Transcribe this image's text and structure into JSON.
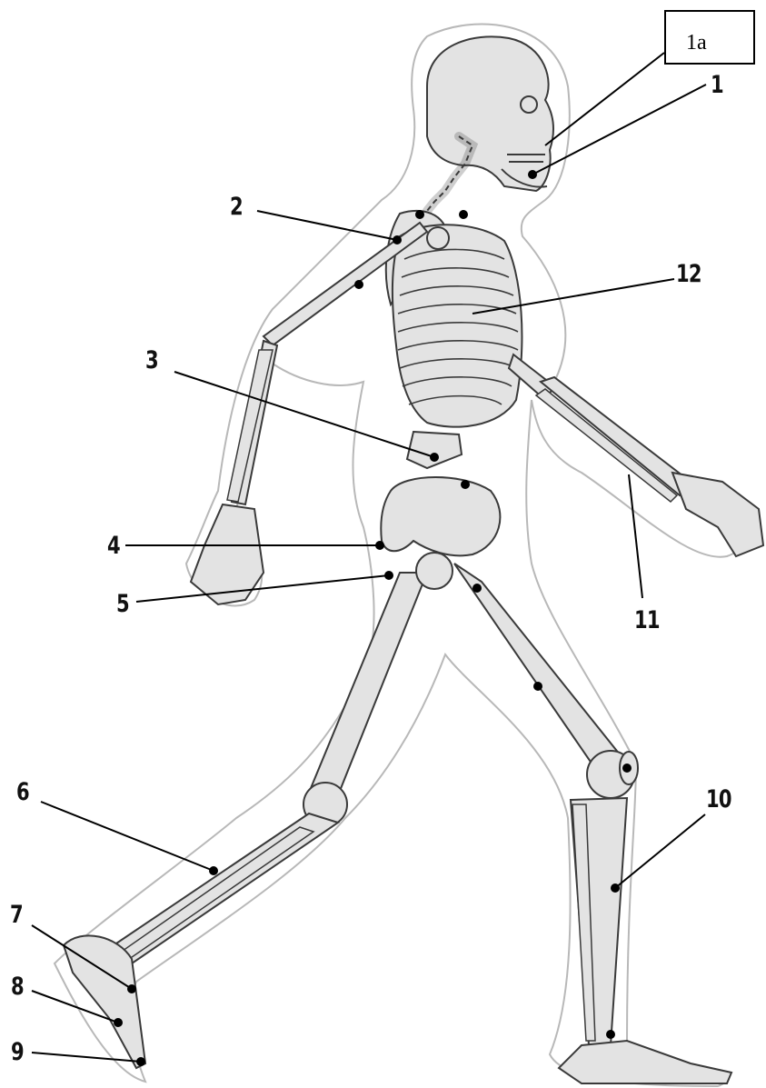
{
  "diagram": {
    "colors": {
      "bone_fill": "#e3e3e3",
      "bone_stroke": "#3a3a3a",
      "outline": "#b8b8b8",
      "leader": "#000000"
    },
    "labels": {
      "l1a": "1a",
      "l1": "1",
      "l2": "2",
      "l3": "3",
      "l4": "4",
      "l5": "5",
      "l6": "6",
      "l7": "7",
      "l8": "8",
      "l9": "9",
      "l10": "10",
      "l11": "11",
      "l12": "12"
    }
  }
}
